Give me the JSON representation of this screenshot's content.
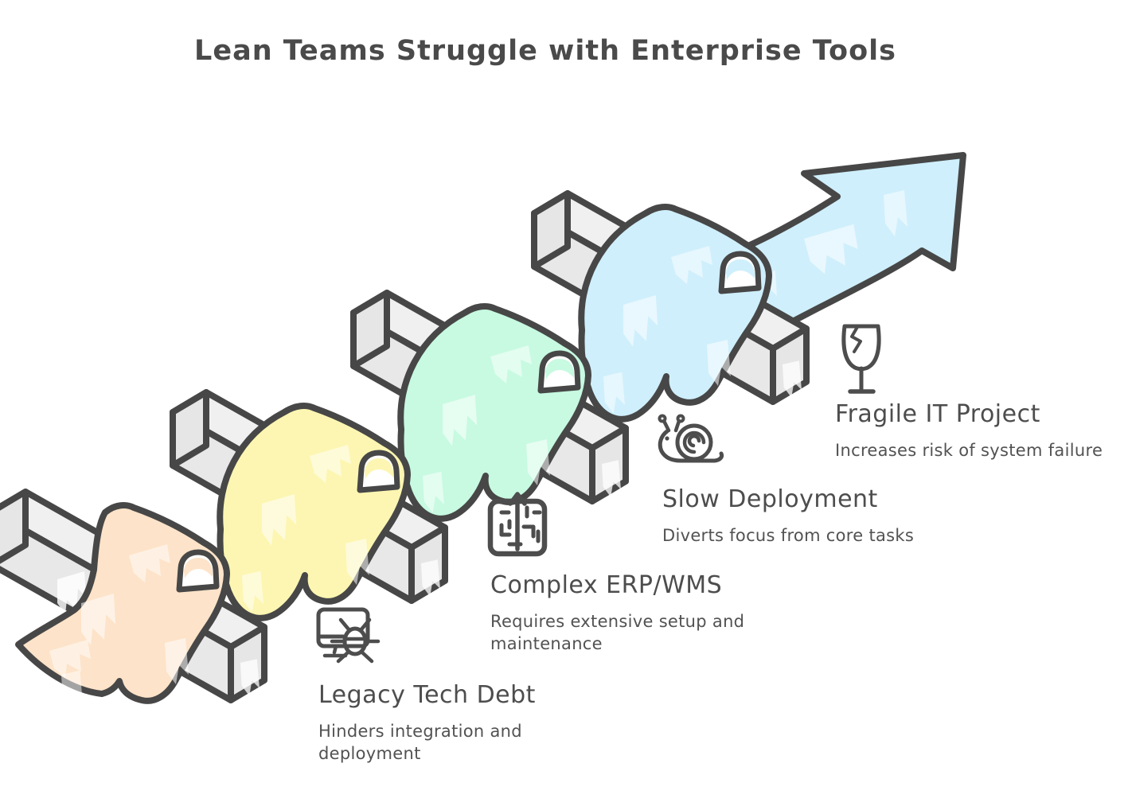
{
  "title": "Lean Teams Struggle with Enterprise Tools",
  "stages": [
    {
      "label": "Legacy Tech Debt",
      "desc1": "Hinders integration and",
      "desc2": "deployment",
      "icon": "computer-bug-icon",
      "color": "#fde3c9"
    },
    {
      "label": "Complex ERP/WMS",
      "desc1": "Requires extensive setup and",
      "desc2": "maintenance",
      "icon": "maze-icon",
      "color": "#fdf6b2"
    },
    {
      "label": "Slow Deployment",
      "desc1": "Diverts focus from core tasks",
      "desc2": "",
      "icon": "snail-icon",
      "color": "#c7fae1"
    },
    {
      "label": "Fragile IT Project",
      "desc1": "Increases risk of system failure",
      "desc2": "",
      "icon": "broken-wine-glass-icon",
      "color": "#cfeffc"
    }
  ],
  "illustration": {
    "bar_color": "#ededed",
    "outline_color": "#474747",
    "arrow_color": "#cfeffc",
    "text_color": "#4d4d4d"
  }
}
